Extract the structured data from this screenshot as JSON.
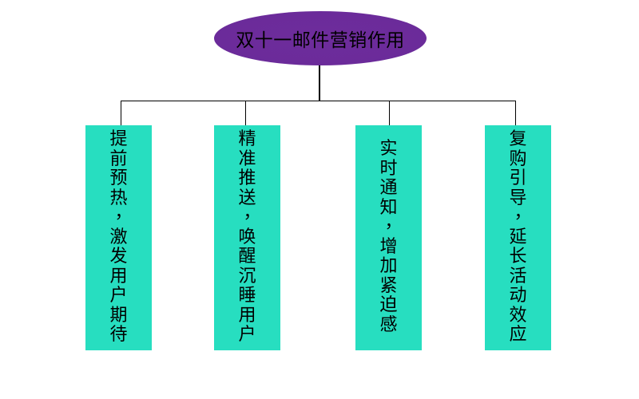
{
  "diagram": {
    "title": "双十一邮件营销作用",
    "colors": {
      "root_fill": "#6b2b9a",
      "box_fill": "#27dec0",
      "line": "#000000"
    },
    "children": [
      {
        "label": "提前预热，激发用户期待"
      },
      {
        "label": "精准推送，唤醒沉睡用户"
      },
      {
        "label": "实时通知，增加紧迫感"
      },
      {
        "label": "复购引导，延长活动效应"
      }
    ]
  }
}
